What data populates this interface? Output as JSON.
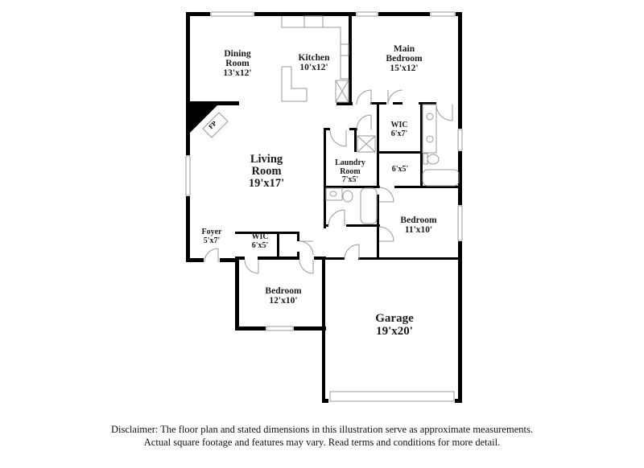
{
  "rooms": [
    {
      "id": "dining",
      "name_lines": [
        "Dining",
        "Room"
      ],
      "dims": "13'x12'"
    },
    {
      "id": "kitchen",
      "name_lines": [
        "Kitchen"
      ],
      "dims": "10'x12'"
    },
    {
      "id": "main_bedroom",
      "name_lines": [
        "Main",
        "Bedroom"
      ],
      "dims": "15'x12'"
    },
    {
      "id": "living",
      "name_lines": [
        "Living",
        "Room"
      ],
      "dims": "19'x17'"
    },
    {
      "id": "wic_main",
      "name_lines": [
        "WIC"
      ],
      "dims": "6'x7'"
    },
    {
      "id": "laundry",
      "name_lines": [
        "Laundry",
        "Room"
      ],
      "dims": "7'x5'"
    },
    {
      "id": "bath_small",
      "name_lines": [],
      "dims": "6'x5'"
    },
    {
      "id": "bedroom_2",
      "name_lines": [
        "Bedroom"
      ],
      "dims": "11'x10'"
    },
    {
      "id": "foyer",
      "name_lines": [
        "Foyer"
      ],
      "dims": "5'x7'"
    },
    {
      "id": "wic_2",
      "name_lines": [
        "WIC"
      ],
      "dims": "6'x5'"
    },
    {
      "id": "bedroom_3",
      "name_lines": [
        "Bedroom"
      ],
      "dims": "12'x10'"
    },
    {
      "id": "garage",
      "name_lines": [
        "Garage"
      ],
      "dims": "19'x20'"
    }
  ],
  "fixtures": {
    "fireplace_label": "FP"
  },
  "disclaimer": {
    "line1": "Disclaimer: The floor plan and stated dimensions in this illustration serve as approximate measurements.",
    "line2": "Actual square footage and features may vary. Read terms and conditions for more detail."
  },
  "colors": {
    "wall": "#000000",
    "fixture": "#9a9a9a",
    "window": "#c8c8c8",
    "text": "#1a1a1a"
  }
}
